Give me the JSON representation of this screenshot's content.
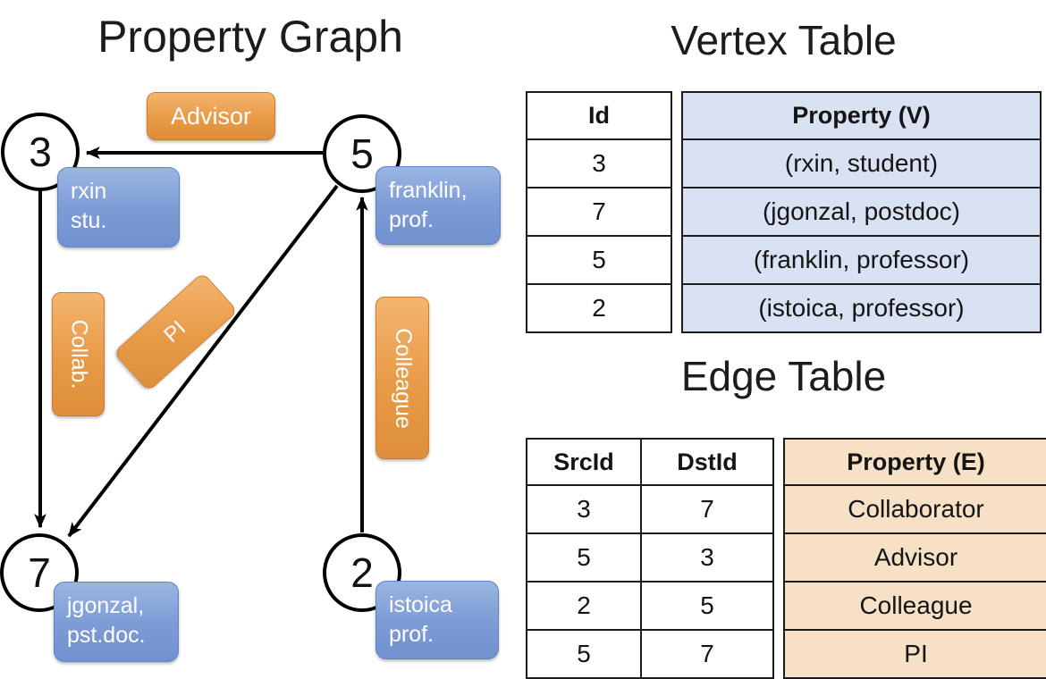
{
  "graph": {
    "title": "Property Graph",
    "nodes": [
      {
        "id": "3",
        "lines": [
          "rxin",
          "stu."
        ]
      },
      {
        "id": "5",
        "lines": [
          "franklin,",
          "prof."
        ]
      },
      {
        "id": "7",
        "lines": [
          "jgonzal,",
          "pst.doc."
        ]
      },
      {
        "id": "2",
        "lines": [
          "istoica",
          "prof."
        ]
      }
    ],
    "edges": [
      {
        "src": "5",
        "dst": "3",
        "label": "Advisor"
      },
      {
        "src": "3",
        "dst": "7",
        "label": "Collab."
      },
      {
        "src": "5",
        "dst": "7",
        "label": "PI"
      },
      {
        "src": "2",
        "dst": "5",
        "label": "Colleague"
      }
    ]
  },
  "vertex_table": {
    "title": "Vertex Table",
    "columns": [
      "Id",
      "Property (V)"
    ],
    "rows": [
      {
        "id": "3",
        "property": "(rxin, student)"
      },
      {
        "id": "7",
        "property": "(jgonzal, postdoc)"
      },
      {
        "id": "5",
        "property": "(franklin, professor)"
      },
      {
        "id": "2",
        "property": "(istoica, professor)"
      }
    ]
  },
  "edge_table": {
    "title": "Edge Table",
    "columns": [
      "SrcId",
      "DstId",
      "Property (E)"
    ],
    "rows": [
      {
        "src": "3",
        "dst": "7",
        "property": "Collaborator"
      },
      {
        "src": "5",
        "dst": "3",
        "property": "Advisor"
      },
      {
        "src": "2",
        "dst": "5",
        "property": "Colleague"
      },
      {
        "src": "5",
        "dst": "7",
        "property": "PI"
      }
    ]
  },
  "colors": {
    "edge_label_fill_top": "#F3B56E",
    "edge_label_fill_bottom": "#DE8E3B",
    "vertex_label_fill_top": "#9AB5E2",
    "vertex_label_fill_bottom": "#7090CF",
    "vertex_property_cell_bg": "#D9E2F3",
    "edge_property_cell_bg": "#F7E1C6",
    "label_text": "#FFFFFF",
    "line_color": "#000000"
  }
}
